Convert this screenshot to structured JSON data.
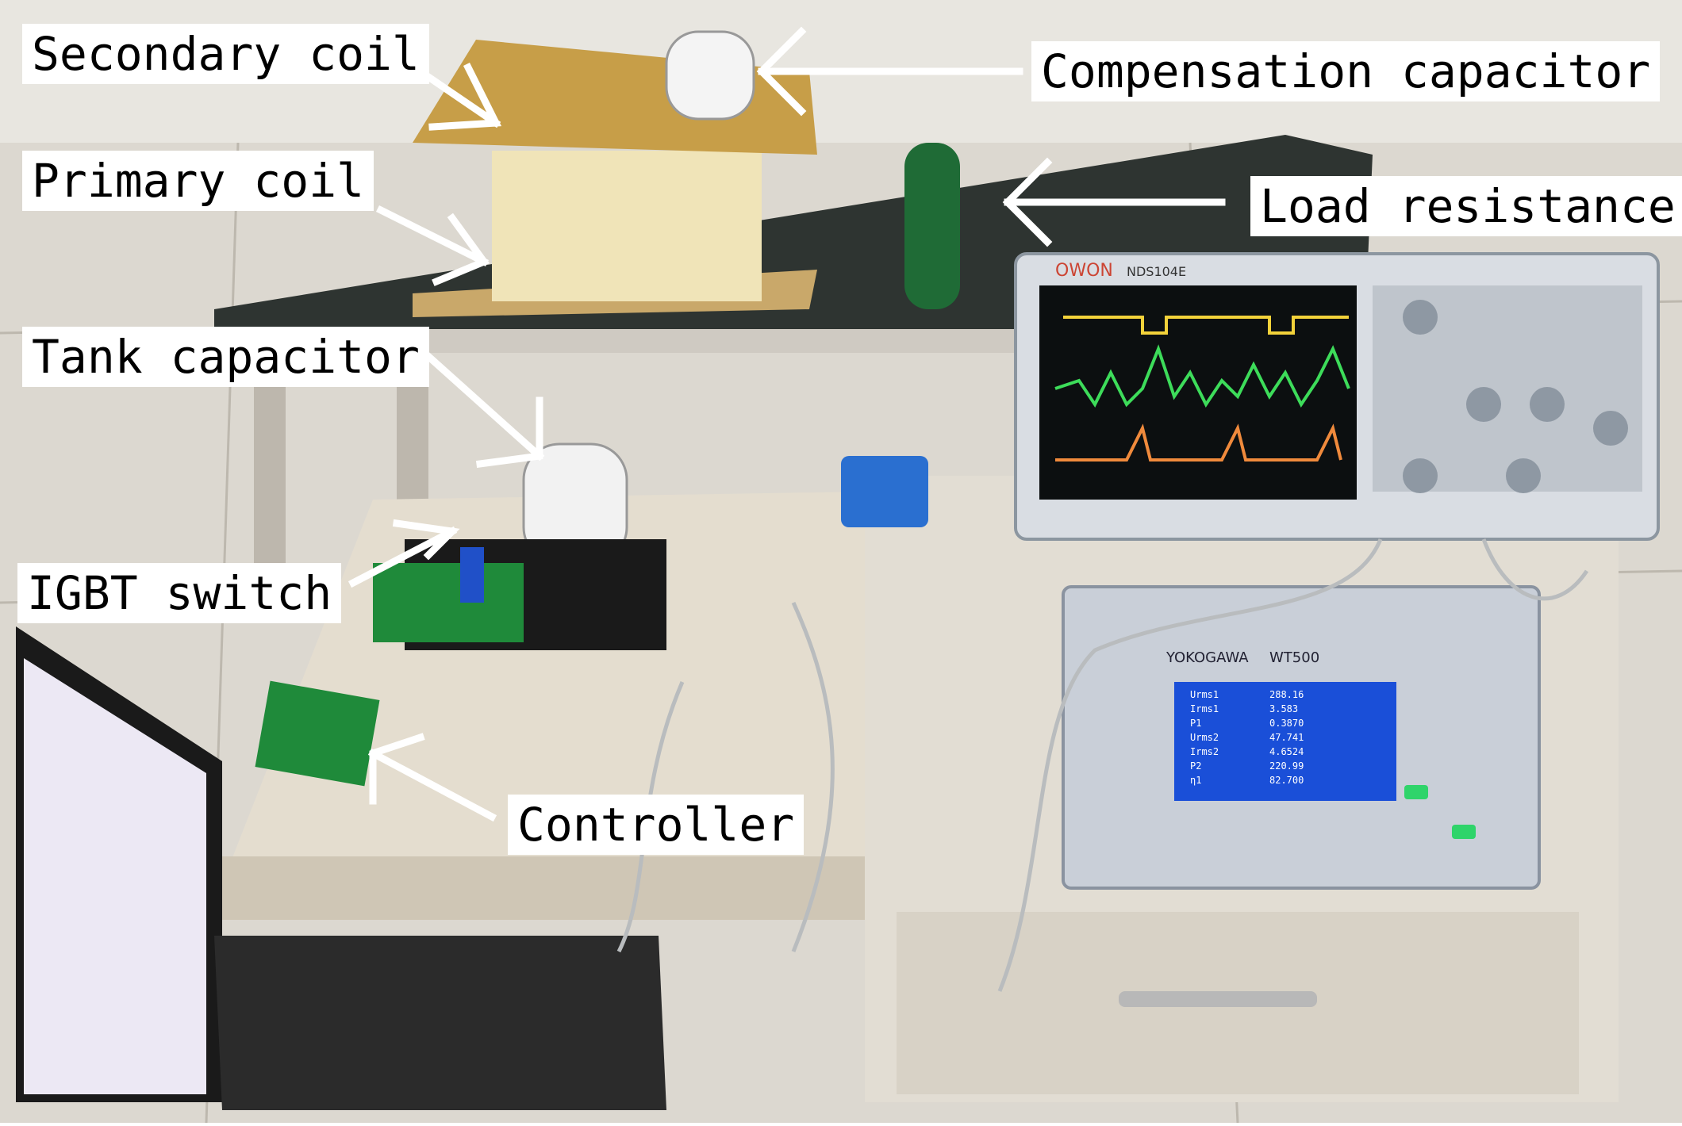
{
  "labels": {
    "secondary_coil": "Secondary coil",
    "compensation_capacitor": "Compensation capacitor",
    "primary_coil": "Primary coil",
    "load_resistance": "Load resistance",
    "tank_capacitor": "Tank capacitor",
    "igbt_switch": "IGBT switch",
    "controller": "Controller"
  },
  "instruments": {
    "oscilloscope_brand": "OWON",
    "oscilloscope_model": "NDS104E",
    "power_analyzer_brand": "YOKOGAWA",
    "power_analyzer_model": "WT500"
  },
  "analyzer_readout": [
    {
      "name": "Urms1",
      "value": "288.16"
    },
    {
      "name": "Irms1",
      "value": "3.583"
    },
    {
      "name": "P1",
      "value": "0.3870"
    },
    {
      "name": "Urms2",
      "value": "47.741"
    },
    {
      "name": "Irms2",
      "value": "4.6524"
    },
    {
      "name": "P2",
      "value": "220.99"
    },
    {
      "name": "η1",
      "value": "82.700"
    }
  ],
  "colors": {
    "scope_yellow": "#f3d23a",
    "scope_green": "#3ddc5a",
    "scope_orange": "#f08a3c",
    "analyzer_screen": "#1a4fd8",
    "pcb_green": "#1f8a3a",
    "resistor_green": "#1f6b36"
  }
}
